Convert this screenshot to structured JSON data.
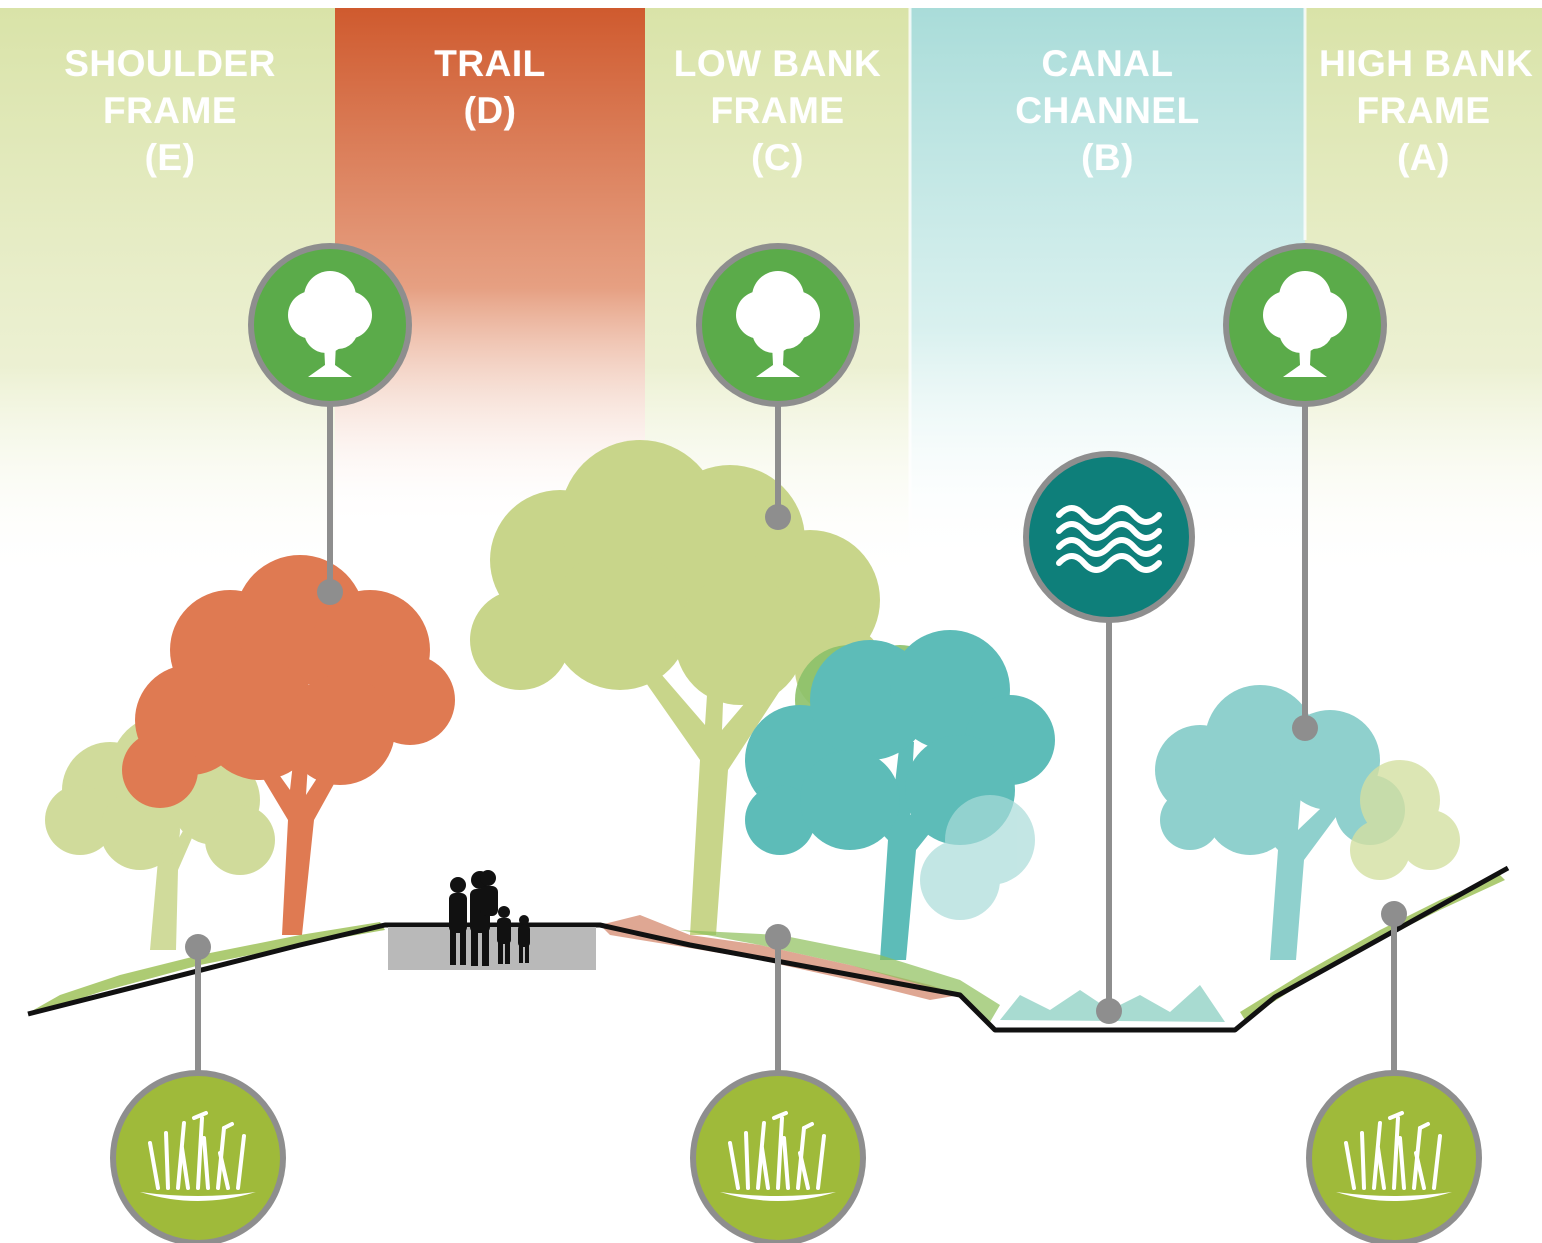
{
  "zones": [
    {
      "id": "E",
      "line1": "SHOULDER",
      "line2": "FRAME",
      "line3": "(E)",
      "color": "#d9e3a8"
    },
    {
      "id": "D",
      "line1": "TRAIL",
      "line2": "(D)",
      "line3": "",
      "color": "#cf5a2e"
    },
    {
      "id": "C",
      "line1": "LOW BANK",
      "line2": "FRAME",
      "line3": "(C)",
      "color": "#d9e3a8"
    },
    {
      "id": "B",
      "line1": "CANAL",
      "line2": "CHANNEL",
      "line3": "(B)",
      "color": "#a9dcd9"
    },
    {
      "id": "A",
      "line1": "HIGH BANK",
      "line2": "FRAME",
      "line3": "(A)",
      "color": "#d9e3a8"
    }
  ],
  "icons": {
    "tree_icon": "tree-icon",
    "water_icon": "water-waves-icon",
    "grass_icon": "grass-icon"
  },
  "colors": {
    "tree_badge": "#5bab4a",
    "water_badge": "#0e7f7a",
    "grass_badge": "#9fba3a",
    "connector": "#8e8e8e",
    "trail_tree": "#df7a52",
    "bank_tree": "#c8d58a",
    "canal_tree": "#5dbcb8",
    "high_bank_tree": "#8fd0cd",
    "ground_line": "#111111",
    "trail_pad": "#b9b9b9",
    "people": "#111111"
  }
}
